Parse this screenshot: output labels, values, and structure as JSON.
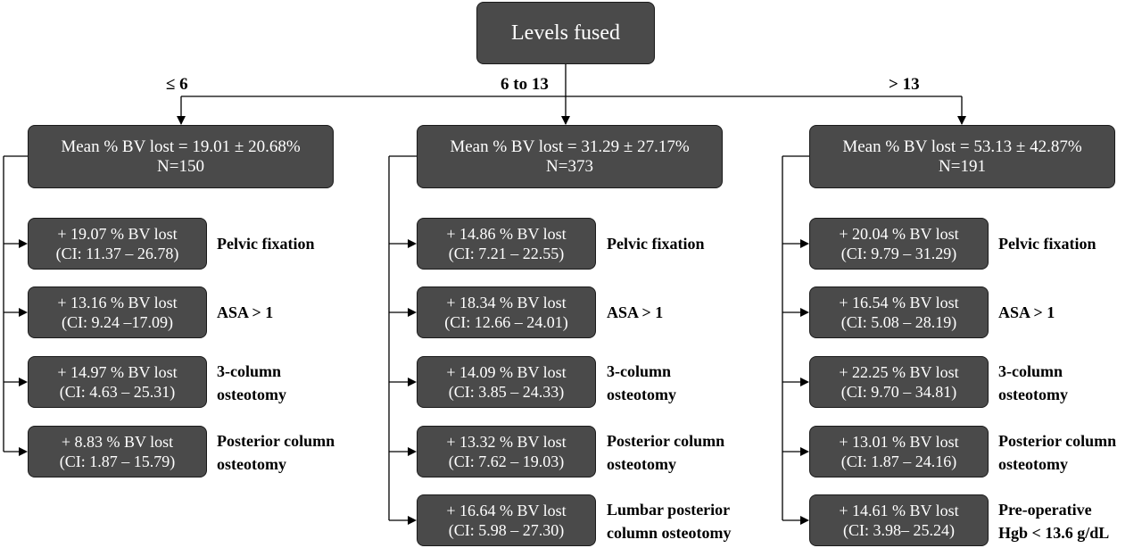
{
  "root": {
    "label": "Levels fused"
  },
  "colors": {
    "box_fill": "#4a4a4a",
    "box_border": "#1a1a1a",
    "box_text": "#ffffff",
    "line": "#000000"
  },
  "branches": [
    {
      "label": "≤ 6",
      "summary": {
        "mean": "Mean % BV lost = 19.01 ± 20.68%",
        "n": "N=150"
      },
      "factors": [
        {
          "value": "+ 19.07 % BV lost",
          "ci": "(CI: 11.37 – 26.78)",
          "label1": "Pelvic fixation",
          "label2": ""
        },
        {
          "value": "+ 13.16 % BV lost",
          "ci": "(CI: 9.24 –17.09)",
          "label1": "ASA > 1",
          "label2": ""
        },
        {
          "value": "+ 14.97 % BV lost",
          "ci": "(CI: 4.63 – 25.31)",
          "label1": "3-column",
          "label2": "osteotomy"
        },
        {
          "value": "+ 8.83 % BV lost",
          "ci": "(CI: 1.87 – 15.79)",
          "label1": "Posterior column",
          "label2": "osteotomy"
        }
      ]
    },
    {
      "label": "6 to 13",
      "summary": {
        "mean": "Mean % BV lost = 31.29 ± 27.17%",
        "n": "N=373"
      },
      "factors": [
        {
          "value": "+ 14.86 % BV lost",
          "ci": "(CI: 7.21 – 22.55)",
          "label1": "Pelvic fixation",
          "label2": ""
        },
        {
          "value": "+ 18.34 % BV lost",
          "ci": "(CI: 12.66 – 24.01)",
          "label1": "ASA > 1",
          "label2": ""
        },
        {
          "value": "+ 14.09 % BV lost",
          "ci": "(CI: 3.85 – 24.33)",
          "label1": "3-column",
          "label2": "osteotomy"
        },
        {
          "value": "+ 13.32 % BV lost",
          "ci": "(CI: 7.62 – 19.03)",
          "label1": "Posterior column",
          "label2": "osteotomy"
        },
        {
          "value": "+ 16.64 % BV lost",
          "ci": "(CI: 5.98 – 27.30)",
          "label1": "Lumbar posterior",
          "label2": "column osteotomy"
        }
      ]
    },
    {
      "label": "> 13",
      "summary": {
        "mean": "Mean % BV lost = 53.13 ± 42.87%",
        "n": "N=191"
      },
      "factors": [
        {
          "value": "+ 20.04 % BV lost",
          "ci": "(CI: 9.79 – 31.29)",
          "label1": "Pelvic fixation",
          "label2": ""
        },
        {
          "value": "+ 16.54 % BV lost",
          "ci": "(CI: 5.08 – 28.19)",
          "label1": "ASA > 1",
          "label2": ""
        },
        {
          "value": "+ 22.25 % BV lost",
          "ci": "(CI: 9.70 – 34.81)",
          "label1": "3-column",
          "label2": "osteotomy"
        },
        {
          "value": "+ 13.01 % BV lost",
          "ci": "(CI: 1.87 – 24.16)",
          "label1": "Posterior column",
          "label2": "osteotomy"
        },
        {
          "value": "+ 14.61 % BV lost",
          "ci": "(CI: 3.98– 25.24)",
          "label1": "Pre-operative",
          "label2": "Hgb < 13.6 g/dL"
        }
      ]
    }
  ]
}
